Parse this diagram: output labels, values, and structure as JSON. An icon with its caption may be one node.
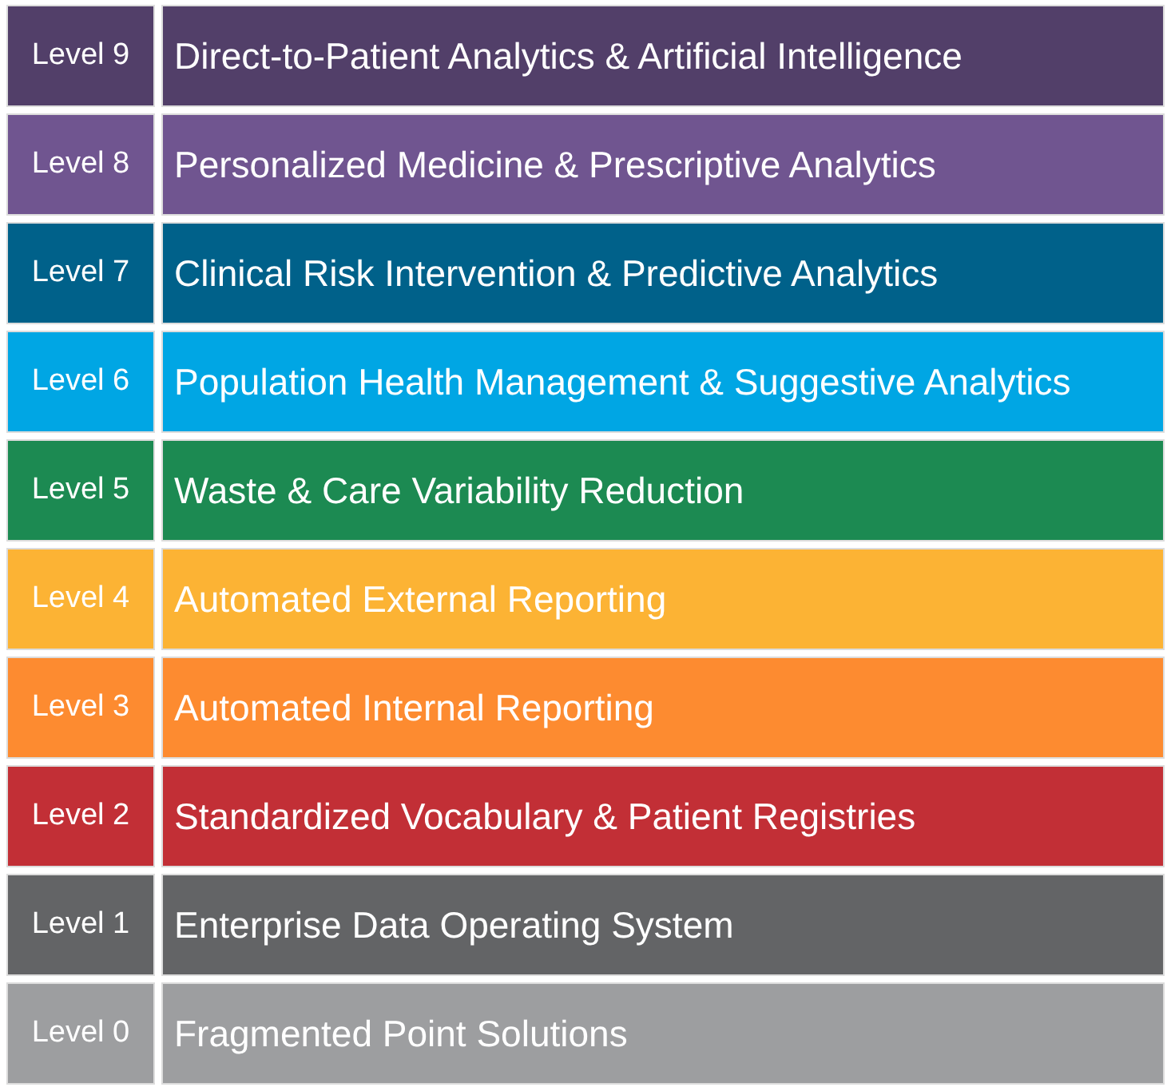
{
  "diagram": {
    "nodes": [
      {
        "text": [
          "Level 9"
        ]
      },
      {
        "text": [
          "Direct-to-Patient Analytics & Artificial Intelligence"
        ]
      },
      {
        "text": [
          "Level 8"
        ]
      },
      {
        "text": [
          "Personalized Medicine & Prescriptive Analytics"
        ]
      },
      {
        "text": [
          "Level 7"
        ]
      },
      {
        "text": [
          "Clinical Risk Intervention & Predictive Analytics"
        ]
      },
      {
        "text": [
          "Level 6"
        ]
      },
      {
        "text": [
          "Population Health Management & Suggestive Analytics"
        ]
      },
      {
        "text": [
          "Level 5"
        ]
      },
      {
        "text": [
          "Waste & Care Variability Reduction"
        ]
      },
      {
        "text": [
          "Level 4"
        ]
      },
      {
        "text": [
          "Automated External Reporting"
        ]
      },
      {
        "text": [
          "Level 3"
        ]
      },
      {
        "text": [
          "Automated Internal Reporting"
        ]
      },
      {
        "text": [
          "Level 2"
        ]
      },
      {
        "text": [
          "Standardized Vocabulary & Patient Registries"
        ]
      },
      {
        "text": [
          "Level 1"
        ]
      },
      {
        "text": [
          "Enterprise Data Operating System"
        ]
      },
      {
        "text": [
          "Level 0"
        ]
      },
      {
        "text": [
          "Fragmented Point Solutions"
        ]
      }
    ]
  }
}
